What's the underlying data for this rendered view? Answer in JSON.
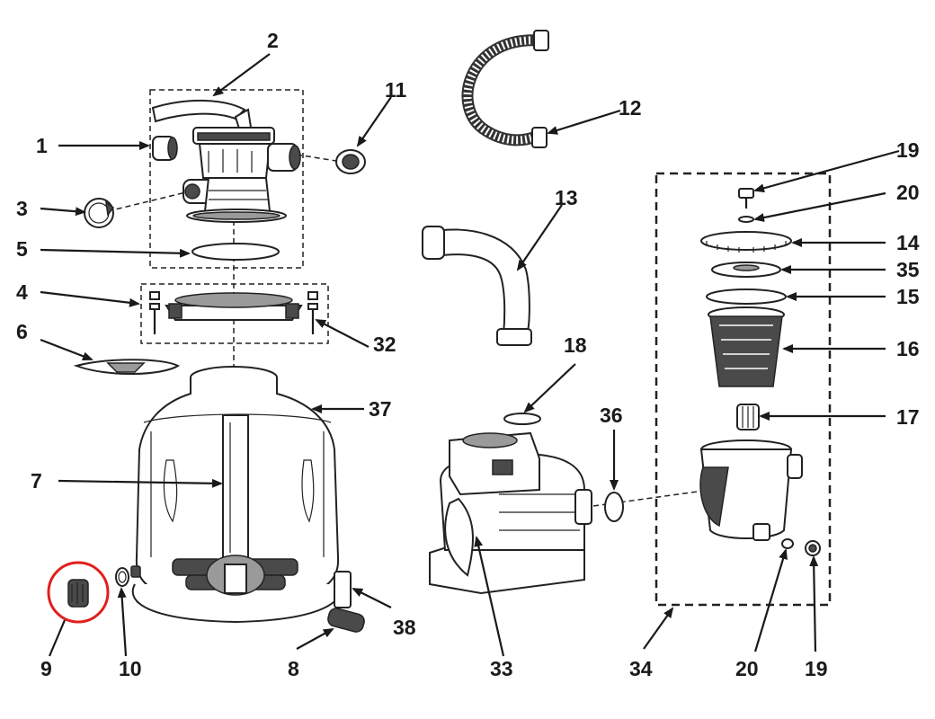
{
  "diagram": {
    "labels": {
      "p1": "1",
      "p2": "2",
      "p3": "3",
      "p4": "4",
      "p5": "5",
      "p6": "6",
      "p7": "7",
      "p8": "8",
      "p9": "9",
      "p10": "10",
      "p11": "11",
      "p12": "12",
      "p13": "13",
      "p14": "14",
      "p15": "15",
      "p16": "16",
      "p17": "17",
      "p18": "18",
      "p19a": "19",
      "p19b": "19",
      "p20a": "20",
      "p20b": "20",
      "p32": "32",
      "p33": "33",
      "p34": "34",
      "p35": "35",
      "p36": "36",
      "p37": "37",
      "p38": "38"
    },
    "highlight": {
      "part": "9",
      "color": "#e0201b"
    }
  }
}
